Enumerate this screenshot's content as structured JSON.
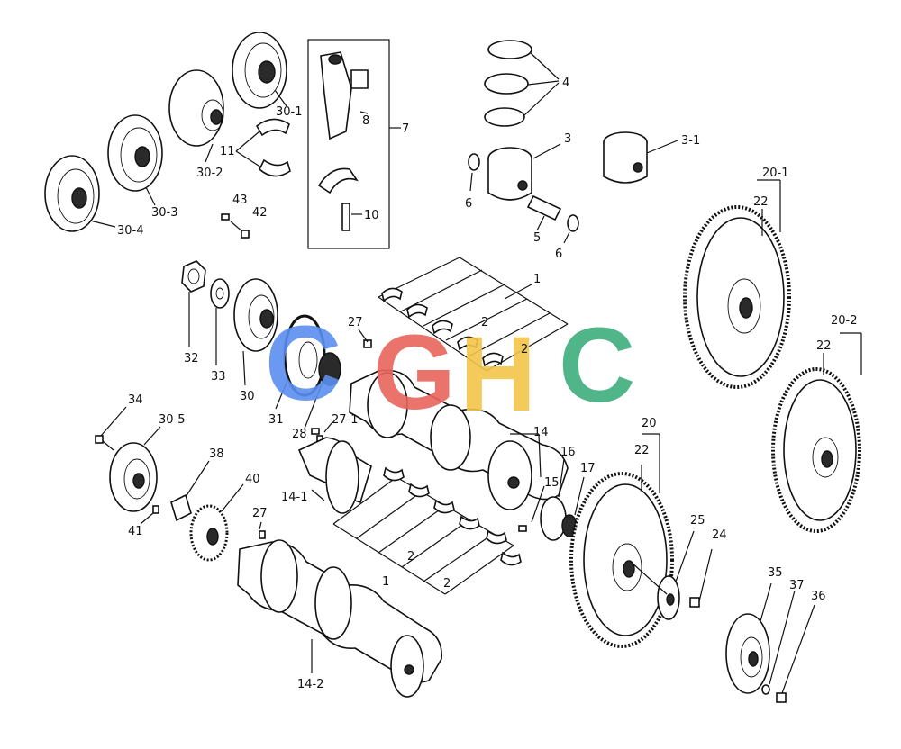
{
  "watermark": {
    "letters": [
      {
        "char": "C",
        "color": "#5b8ff0"
      },
      {
        "char": "G",
        "color": "#e8655b"
      },
      {
        "char": "H",
        "color": "#f3c64a"
      },
      {
        "char": "C",
        "color": "#3fae7e"
      }
    ]
  },
  "labels": {
    "l30_1": "30-1",
    "l30_2": "30-2",
    "l30_3": "30-3",
    "l30_4": "30-4",
    "l11": "11",
    "l43": "43",
    "l42": "42",
    "l7": "7",
    "l8": "8",
    "l10": "10",
    "l4": "4",
    "l3": "3",
    "l3_1": "3-1",
    "l6a": "6",
    "l6b": "6",
    "l5": "5",
    "l20_1": "20-1",
    "l22a": "22",
    "l20_2": "20-2",
    "l22b": "22",
    "l1a": "1",
    "l2a": "2",
    "l2b": "2",
    "l27a": "27",
    "l32": "32",
    "l33": "33",
    "l30": "30",
    "l31": "31",
    "l28": "28",
    "l27_1": "27-1",
    "l34": "34",
    "l30_5": "30-5",
    "l38": "38",
    "l40": "40",
    "l41": "41",
    "l27b": "27",
    "l14_1": "14-1",
    "l14": "14",
    "l15": "15",
    "l16": "16",
    "l17": "17",
    "l20": "20",
    "l22c": "22",
    "l25": "25",
    "l24": "24",
    "l1b": "1",
    "l2c": "2",
    "l2d": "2",
    "l14_2": "14-2",
    "l35": "35",
    "l37": "37",
    "l36": "36"
  }
}
